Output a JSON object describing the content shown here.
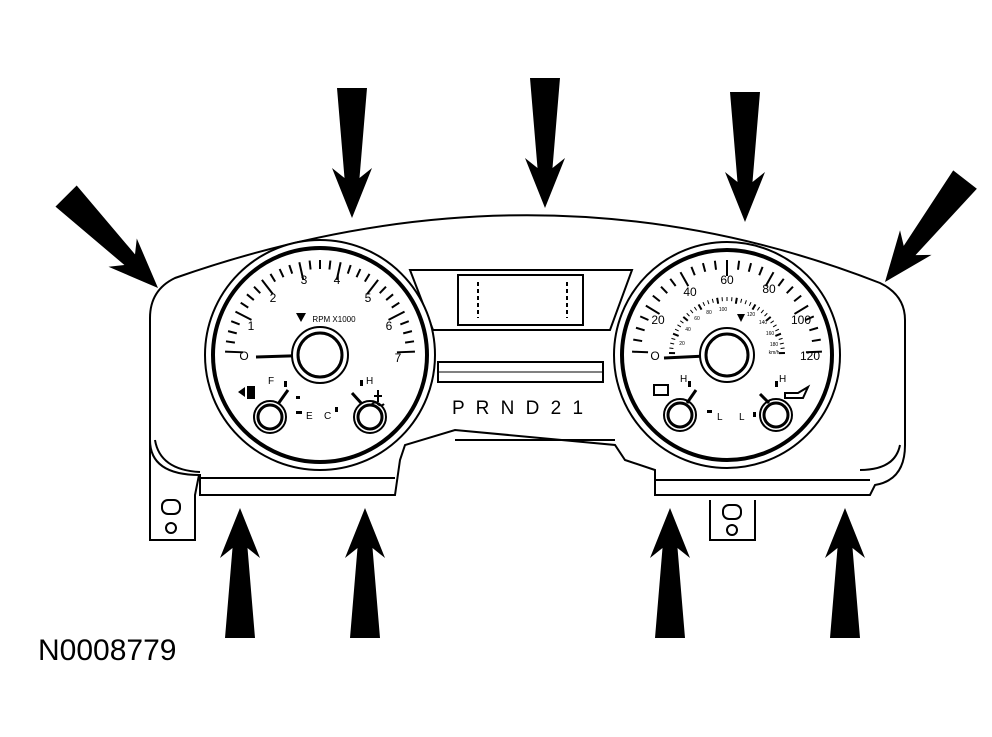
{
  "figure_id": "N0008779",
  "tachometer": {
    "unit_label": "RPM X1000",
    "ticks": [
      "O",
      "1",
      "2",
      "3",
      "4",
      "5",
      "6",
      "7"
    ]
  },
  "speedometer": {
    "ticks": [
      "O",
      "20",
      "40",
      "60",
      "80",
      "100",
      "120"
    ],
    "inner_ticks": [
      "20",
      "40",
      "60",
      "80",
      "100",
      "120",
      "140",
      "160",
      "180"
    ],
    "inner_unit": "km/h"
  },
  "fuel_gauge": {
    "full": "F",
    "empty": "E"
  },
  "temp_gauge": {
    "hot": "H",
    "cold": "C"
  },
  "voltage_gauge": {
    "high": "H",
    "low": "L"
  },
  "oil_gauge": {
    "high": "H",
    "low": "L"
  },
  "gear_indicator": "P R N D 2 1",
  "callout_arrows": [
    {
      "pointer": "top-left"
    },
    {
      "pointer": "top-left-center"
    },
    {
      "pointer": "top-center"
    },
    {
      "pointer": "top-right-center"
    },
    {
      "pointer": "top-right"
    },
    {
      "pointer": "bottom-1"
    },
    {
      "pointer": "bottom-2"
    },
    {
      "pointer": "bottom-3"
    },
    {
      "pointer": "bottom-4"
    }
  ]
}
